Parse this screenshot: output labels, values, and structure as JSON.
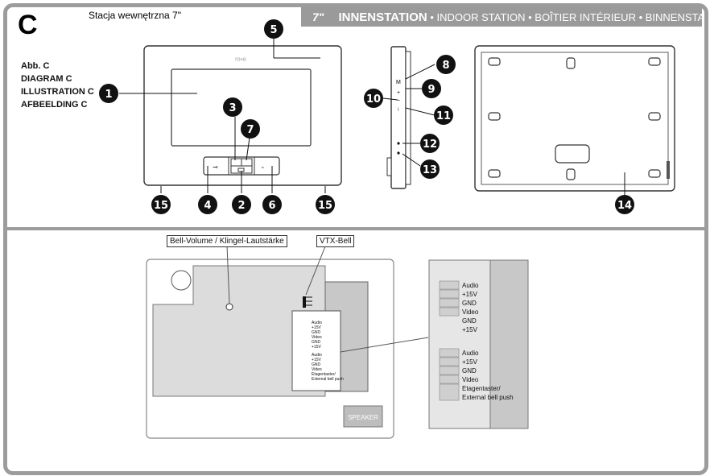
{
  "header": {
    "letter": "C",
    "subtitle": "Stacja wewnętrzna 7\"",
    "size": "7\"",
    "title_bold": "INNENSTATION",
    "title_rest": " • INDOOR STATION • BOÎTIER INTÉRIEUR • BINNENSTATION"
  },
  "captions": [
    "Abb. C",
    "DIAGRAM C",
    "ILLUSTRATION C",
    "AFBEELDING C"
  ],
  "callouts": [
    "1",
    "2",
    "3",
    "4",
    "5",
    "6",
    "7",
    "8",
    "9",
    "10",
    "11",
    "12",
    "13",
    "14",
    "15",
    "15"
  ],
  "device": {
    "logo": "m•e"
  },
  "side_button_marks": [
    "M",
    "+",
    "−",
    "↓"
  ],
  "board_labels": {
    "bell_volume": "Bell-Volume / Klingel-Lautstärke",
    "vtx_bell": "VTX-Bell",
    "speaker": "SPEAKER"
  },
  "connector_top": [
    "Audio",
    "+15V",
    "GND",
    "Video",
    "GND",
    "+15V"
  ],
  "connector_bottom": [
    "Audio",
    "+15V",
    "GND",
    "Video",
    "Etagentaster/",
    "External bell push"
  ]
}
